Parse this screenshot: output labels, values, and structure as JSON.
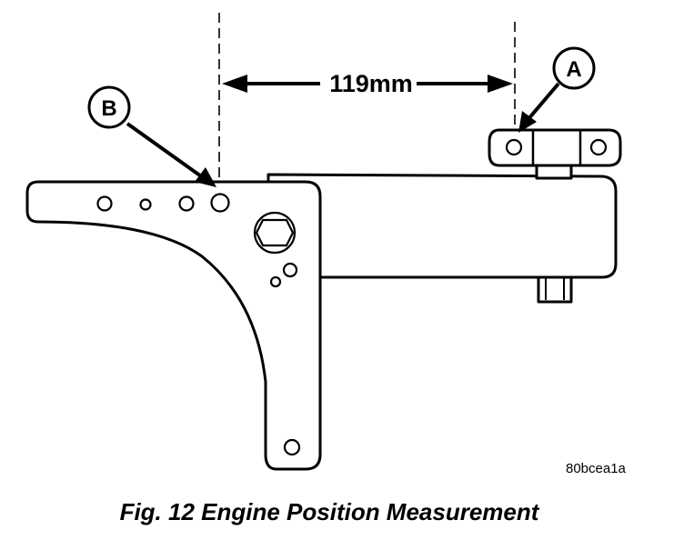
{
  "figure": {
    "dimension_label": "119mm",
    "callouts": {
      "a": "A",
      "b": "B"
    },
    "image_code": "80bcea1a",
    "caption": "Fig. 12 Engine Position Measurement"
  }
}
